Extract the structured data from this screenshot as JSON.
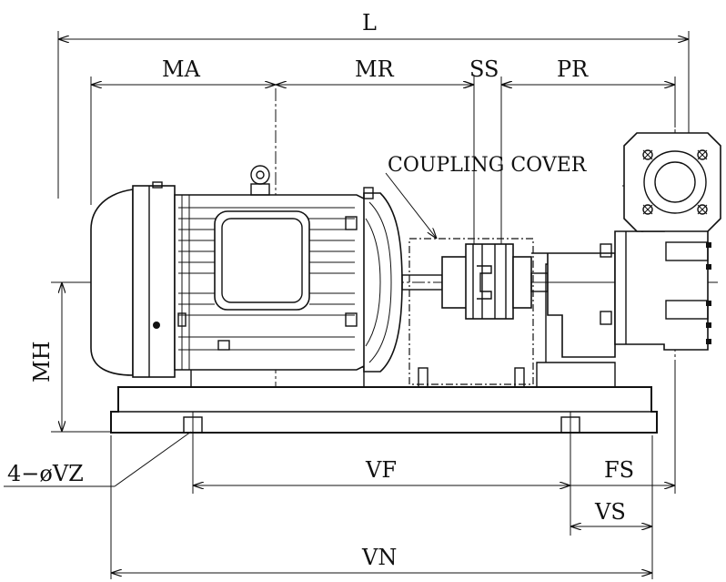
{
  "dimensions": {
    "L": "L",
    "MA": "MA",
    "MR": "MR",
    "SS": "SS",
    "PR": "PR",
    "MH": "MH",
    "VF": "VF",
    "FS": "FS",
    "VS": "VS",
    "VN": "VN",
    "bolt": "4−øVZ"
  },
  "annotations": {
    "coupling_cover": "COUPLING COVER"
  },
  "colors": {
    "line": "#111111",
    "background": "#ffffff"
  }
}
